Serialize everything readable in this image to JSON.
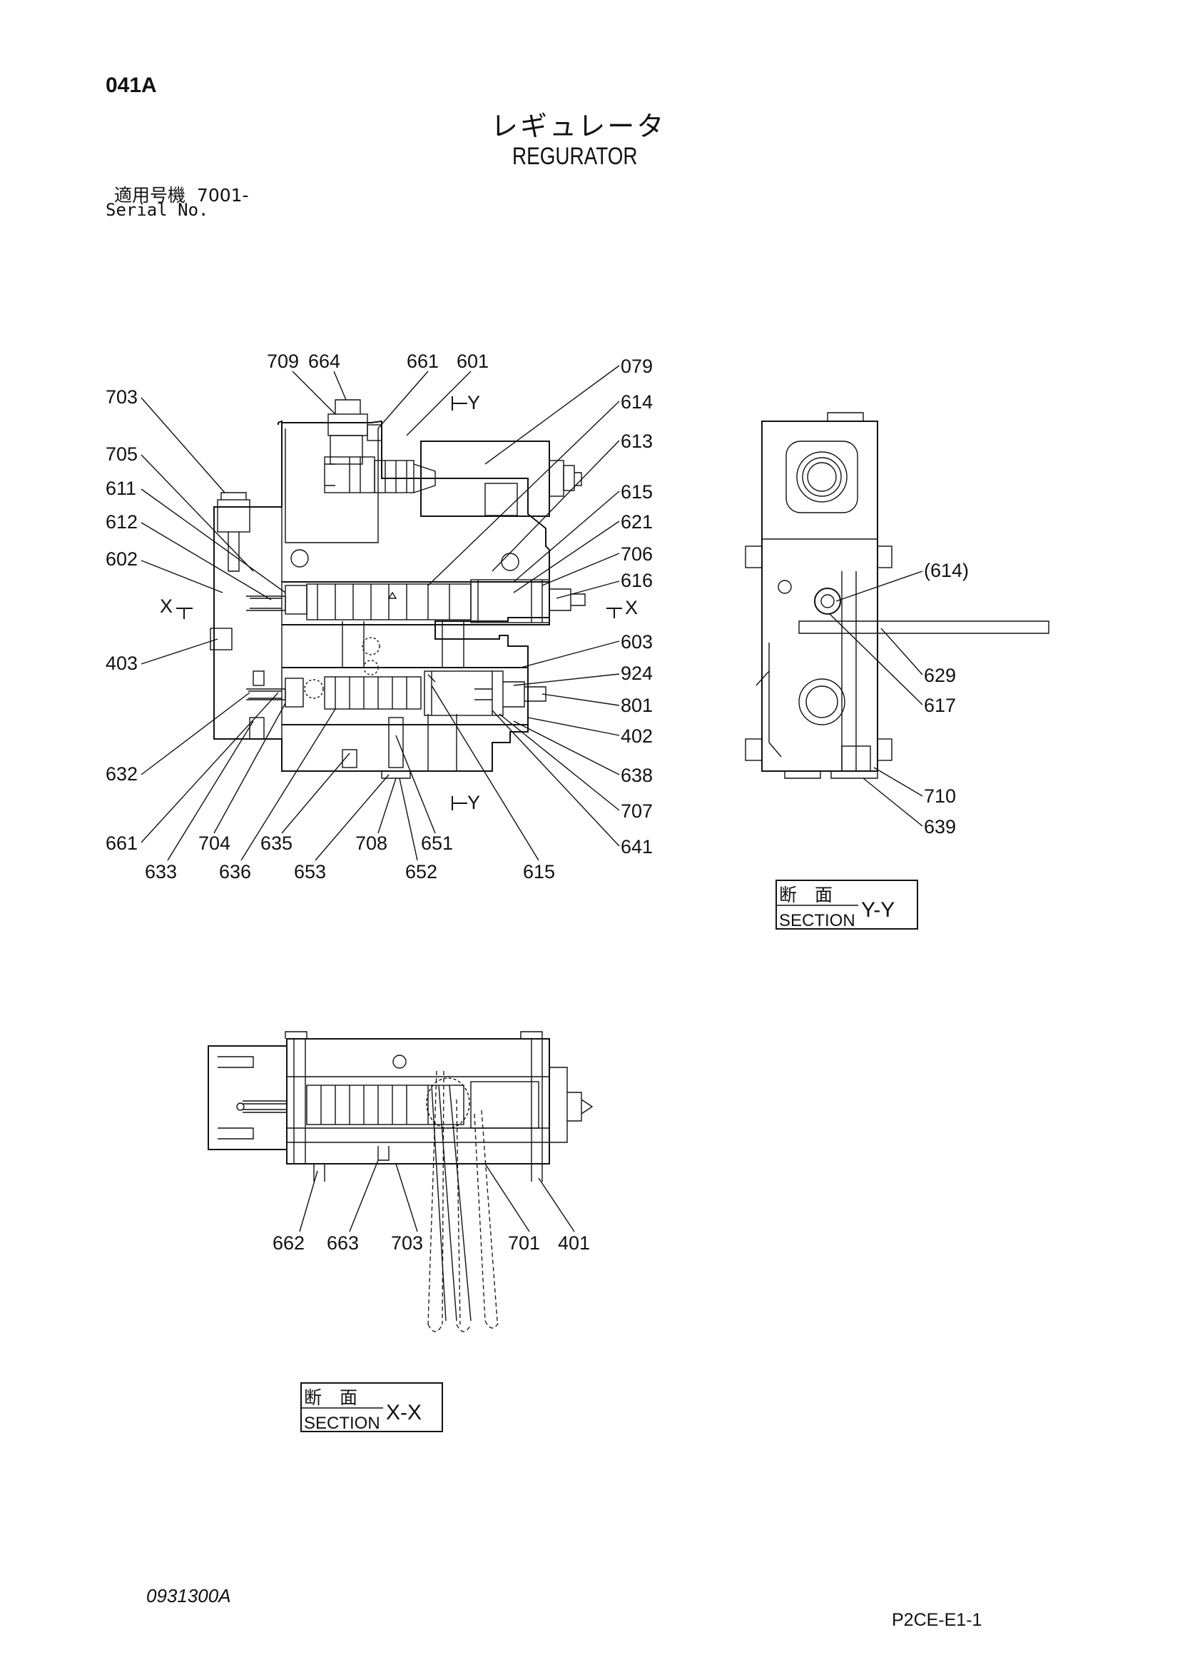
{
  "sheet_code": "041A",
  "title_jp": "レギュレータ",
  "title_en": "REGURATOR",
  "serial": {
    "label_jp": "適用号機",
    "range": "7001-",
    "label_en": "Serial No."
  },
  "doc_code": "0931300A",
  "page_code": "P2CE-E1-1",
  "sections": {
    "xx": {
      "jp": "断　面",
      "en": "SECTION",
      "name": "X-X"
    },
    "yy": {
      "jp": "断　面",
      "en": "SECTION",
      "name": "Y-Y"
    }
  },
  "cut_marks": {
    "x": "X",
    "y": "Y"
  },
  "main_view": {
    "top": [
      "709",
      "664",
      "661",
      "601"
    ],
    "left": [
      "703",
      "705",
      "611",
      "612",
      "602",
      "403",
      "632"
    ],
    "right": [
      "079",
      "614",
      "613",
      "615",
      "621",
      "706",
      "616",
      "603",
      "924",
      "801",
      "402",
      "638",
      "707",
      "641"
    ],
    "bottom_row1": [
      "661",
      "704",
      "635",
      "708",
      "651"
    ],
    "bottom_row2": [
      "633",
      "636",
      "653",
      "652",
      "615"
    ]
  },
  "yy_view": [
    "(614)",
    "629",
    "617",
    "710",
    "639"
  ],
  "xx_view": [
    "662",
    "663",
    "703",
    "701",
    "401"
  ]
}
